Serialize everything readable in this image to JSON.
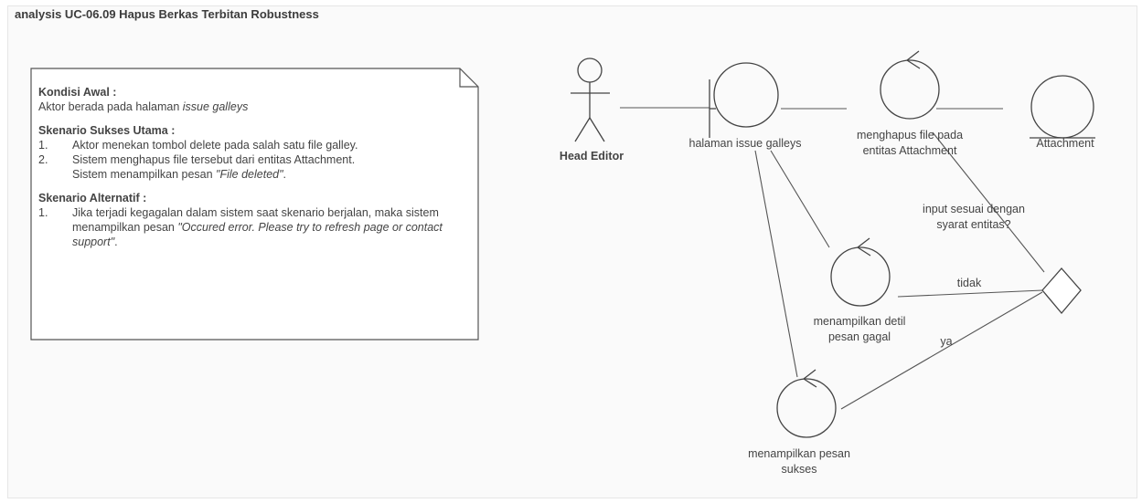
{
  "frame_title": "analysis UC-06.09  Hapus Berkas Terbitan Robustness",
  "note": {
    "precondition_heading": "Kondisi Awal :",
    "precondition_prefix": "Aktor berada pada halaman ",
    "precondition_em": "issue galleys",
    "main_heading": "Skenario Sukses Utama :",
    "main_steps": [
      {
        "num": "1.",
        "text": "Aktor menekan tombol delete pada salah satu file galley."
      },
      {
        "num": "2.",
        "text": "Sistem menghapus file tersebut dari entitas Attachment.",
        "text2": "Sistem menampilkan pesan ",
        "em": "\"File deleted\"",
        "suffix": "."
      }
    ],
    "alt_heading": "Skenario Alternatif :",
    "alt_steps": [
      {
        "num": "1.",
        "text": "Jika terjadi kegagalan dalam sistem saat skenario berjalan, maka sistem menampilkan pesan ",
        "em": "\"Occured error. Please try to refresh page or contact support\"",
        "suffix": "."
      }
    ]
  },
  "actor": {
    "name": "Head Editor"
  },
  "boundary": {
    "label": "halaman issue galleys"
  },
  "controls": {
    "delete_file": {
      "line1": "menghapus file pada",
      "line2": "entitas Attachment"
    },
    "show_error": {
      "line1": "menampilkan detil",
      "line2": "pesan gagal"
    },
    "show_success": {
      "line1": "menampilkan pesan",
      "line2": "sukses"
    }
  },
  "entity": {
    "label": "Attachment"
  },
  "decision": {
    "question_line1": "input sesuai dengan",
    "question_line2": "syarat entitas?",
    "no_label": "tidak",
    "yes_label": "ya"
  }
}
